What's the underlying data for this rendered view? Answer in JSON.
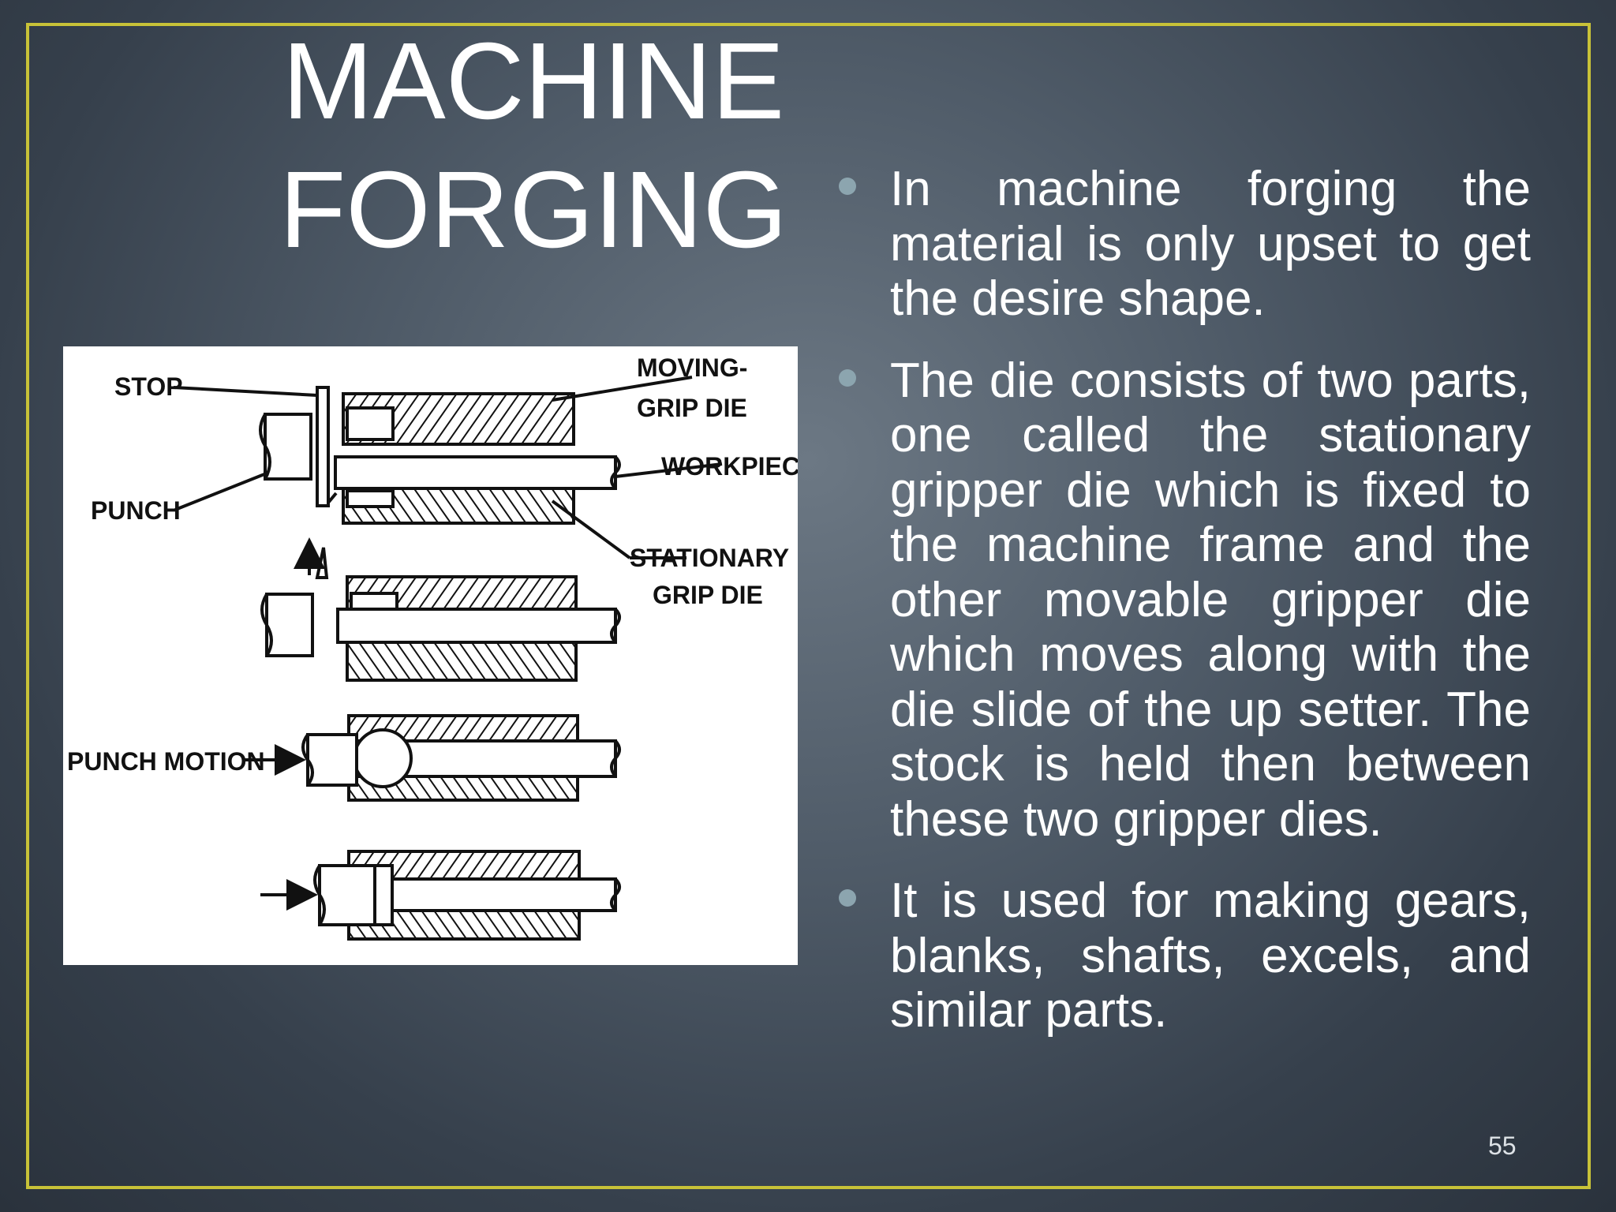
{
  "slide": {
    "title_lines": [
      "MACHINE",
      "FORGING"
    ],
    "bullets": [
      "In machine forging the material is only upset to get the desire shape.",
      "The die consists of two parts, one called the stationary gripper die which is fixed to the machine frame and the other movable gripper die which moves along with the die slide of the up setter. The stock is held then between these two gripper dies.",
      "It is used for making gears, blanks, shafts, excels, and similar parts."
    ],
    "page_number": "55"
  },
  "figure": {
    "labels": {
      "stop": "STOP",
      "moving_line1": "MOVING-",
      "moving_line2": "GRIP DIE",
      "workpiece": "WORKPIECE",
      "punch": "PUNCH",
      "stationary_line1": "STATIONARY",
      "stationary_line2": "GRIP DIE",
      "punch_motion": "PUNCH MOTION"
    }
  },
  "colors": {
    "border": "#c8c238",
    "bullet": "#8ca5af",
    "text": "#ffffff"
  }
}
